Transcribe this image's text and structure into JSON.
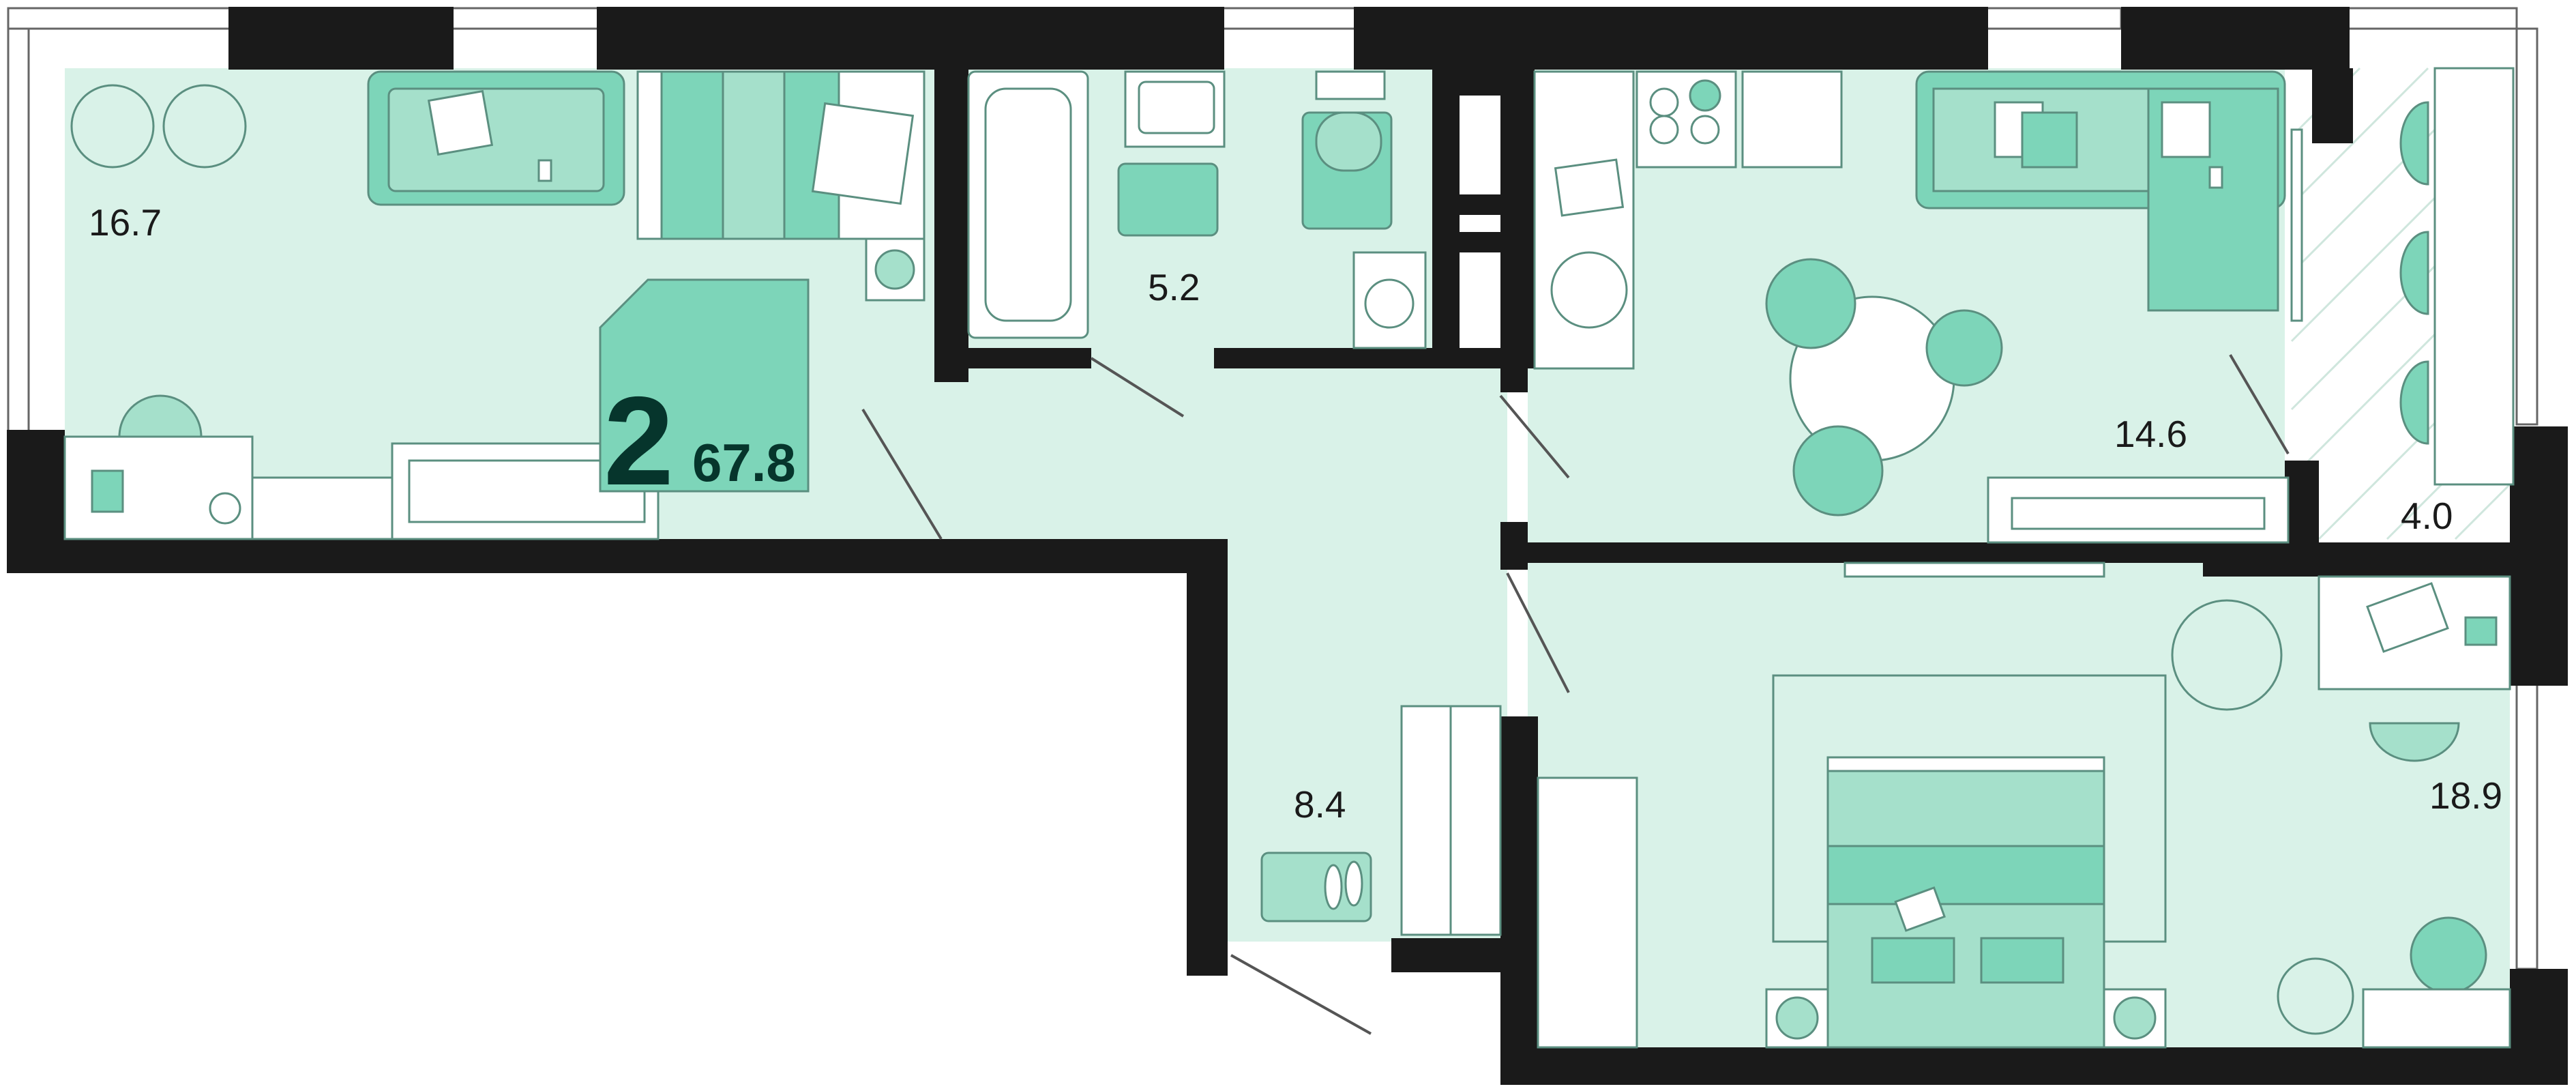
{
  "plan": {
    "rooms_count": "2",
    "total_area": "67.8",
    "rooms": [
      {
        "id": "living-room-left",
        "area": "16.7"
      },
      {
        "id": "bathroom",
        "area": "5.2"
      },
      {
        "id": "kitchen-living",
        "area": "14.6"
      },
      {
        "id": "balcony",
        "area": "4.0"
      },
      {
        "id": "hallway",
        "area": "8.4"
      },
      {
        "id": "bedroom",
        "area": "18.9"
      }
    ]
  },
  "colors": {
    "floor": "#d9f2e8",
    "wall": "#1a1a1a",
    "accent": "#7dd5b9",
    "badge_text": "#06352c"
  }
}
